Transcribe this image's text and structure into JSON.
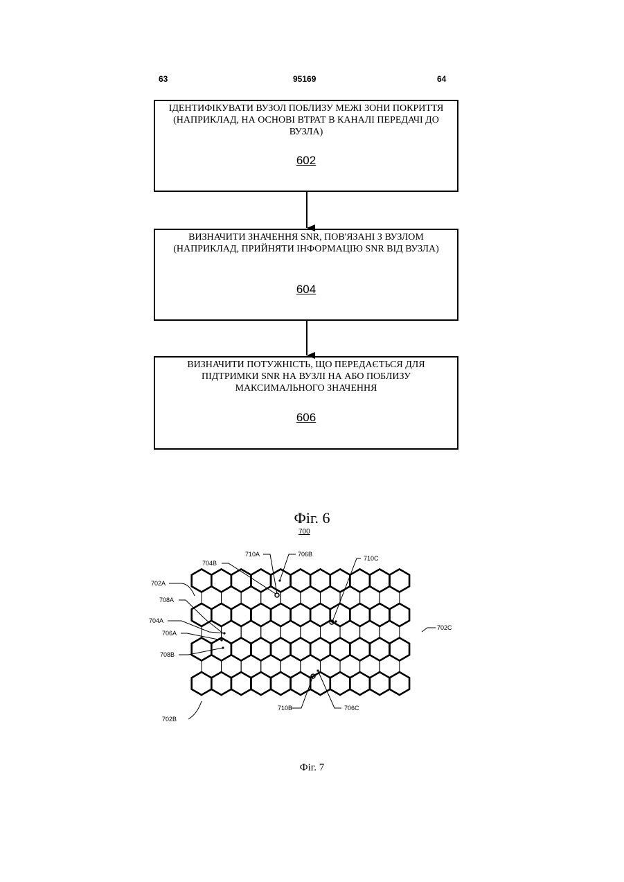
{
  "header": {
    "page_left": "63",
    "patent_number": "95169",
    "page_right": "64"
  },
  "fig6": {
    "boxes": [
      {
        "text": "ІДЕНТИФІКУВАТИ ВУЗОЛ ПОБЛИЗУ МЕЖІ ЗОНИ ПОКРИТТЯ\n(НАПРИКЛАД, НА ОСНОВІ ВТРАТ В КАНАЛІ ПЕРЕДАЧІ ДО\nВУЗЛА)",
        "number": "602"
      },
      {
        "text": "ВИЗНАЧИТИ ЗНАЧЕННЯ SNR, ПОВ'ЯЗАНІ З ВУЗЛОМ\n(НАПРИКЛАД, ПРИЙНЯТИ ІНФОРМАЦІЮ SNR ВІД ВУЗЛА)",
        "number": "604"
      },
      {
        "text": "ВИЗНАЧИТИ ПОТУЖНІСТЬ, ЩО ПЕРЕДАЄТЬСЯ ДЛЯ\nПІДТРИМКИ SNR НА ВУЗЛІ НА АБО ПОБЛИЗУ\nМАКСИМАЛЬНОГО ЗНАЧЕННЯ",
        "number": "606"
      }
    ],
    "caption": "Фіг. 6"
  },
  "fig7": {
    "figure_number": "700",
    "labels": {
      "l702A": "702A",
      "l702B": "702B",
      "l702C": "702C",
      "l704A": "704A",
      "l704B": "704B",
      "l706A": "706A",
      "l706B": "706B",
      "l706C": "706C",
      "l708A": "708A",
      "l708B": "708B",
      "l710A": "710A",
      "l710B": "710B",
      "l710C": "710C"
    },
    "caption": "Фіг. 7"
  }
}
